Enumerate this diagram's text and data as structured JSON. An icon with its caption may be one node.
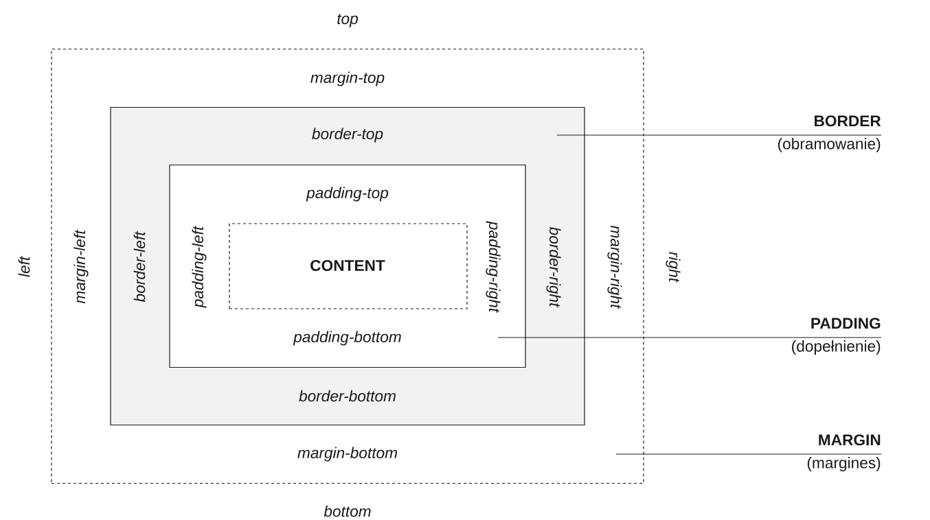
{
  "diagram": {
    "nodes": [
      {
        "text": [
          "margin-top",
          "margin-left",
          "margin-right",
          "margin-bottom"
        ]
      },
      {
        "text": [
          "border-top",
          "border-left",
          "border-right",
          "border-bottom"
        ],
        "in": 0
      },
      {
        "text": [
          "padding-top",
          "padding-left",
          "padding-right",
          "padding-bottom"
        ],
        "in": 1
      },
      {
        "text": [
          "CONTENT"
        ],
        "in": 2
      },
      {
        "text": [
          "BORDER",
          "(obramowanie)"
        ]
      },
      {
        "text": [
          "PADDING",
          "(dopełnienie)"
        ]
      },
      {
        "text": [
          "MARGIN",
          "(margines)"
        ]
      }
    ],
    "edges": [
      {
        "from": 4,
        "to": 1,
        "arrow": "none"
      },
      {
        "from": 5,
        "to": 2,
        "arrow": "none"
      },
      {
        "from": 6,
        "to": 0,
        "arrow": "none"
      }
    ],
    "labels": [
      "top",
      "left",
      "right",
      "bottom"
    ]
  }
}
